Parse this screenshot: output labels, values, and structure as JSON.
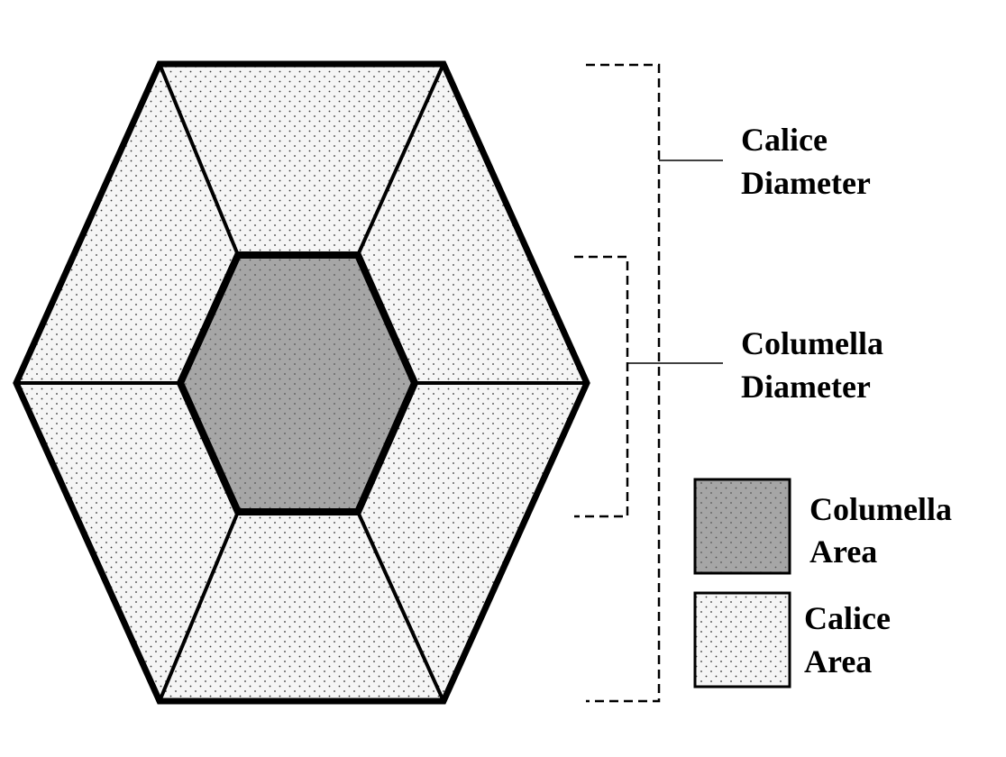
{
  "colors": {
    "columella_fill": "#a6a6a6",
    "calice_fill": "#f5f5f5",
    "stipple": "#333333",
    "stroke": "#000000"
  },
  "labels": {
    "calice_diameter": [
      "Calice",
      "Diameter"
    ],
    "columella_diameter": [
      "Columella",
      "Diameter"
    ]
  },
  "legend": {
    "columella_area": [
      "Columella",
      "Area"
    ],
    "calice_area": [
      "Calice",
      "Area"
    ]
  }
}
